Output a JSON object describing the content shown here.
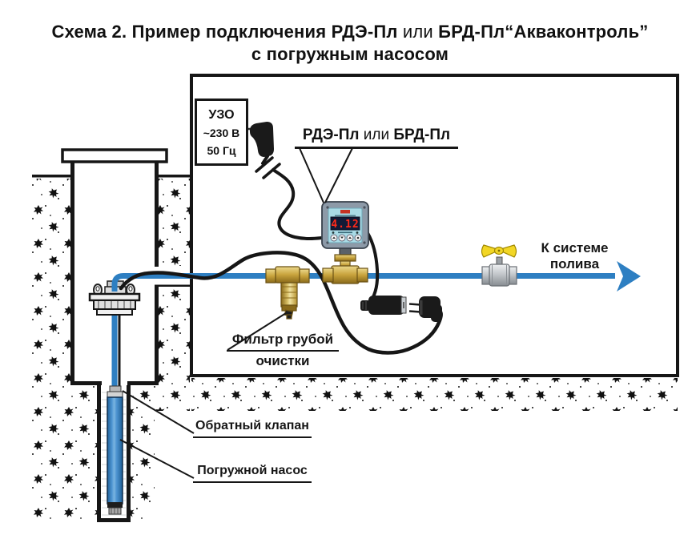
{
  "title": {
    "part1": "Схема 2. Пример подключения РДЭ-Пл ",
    "part2": "или",
    "part3": " БРД-Пл“Акваконтроль”",
    "line2": "с погружным насосом"
  },
  "uzo_box": {
    "line1": "УЗО",
    "line2": "~230 В",
    "line3": "50 Гц"
  },
  "device_label": {
    "part1": "РДЭ-Пл ",
    "part2": "или",
    "part3": " БРД-Пл"
  },
  "device": {
    "display_value": "4.12"
  },
  "labels": {
    "irrigation": "К системе полива",
    "filter_line1": "Фильтр грубой",
    "filter_line2": "очистки",
    "check_valve": "Обратный клапан",
    "pump": "Погружной насос"
  },
  "colors": {
    "pipe_blue": "#2e7fc2",
    "pump_blue": "#4e95d2",
    "brass": "#c8a33c",
    "valve_chrome": "#c3c7cb",
    "handle_yellow": "#f2d625",
    "device_face": "#a9dbe6",
    "device_frame": "#8d9aa8",
    "display_bg": "#131a36",
    "display_digits": "#ff2a1a",
    "cable_black": "#161616",
    "outline": "#161616"
  }
}
